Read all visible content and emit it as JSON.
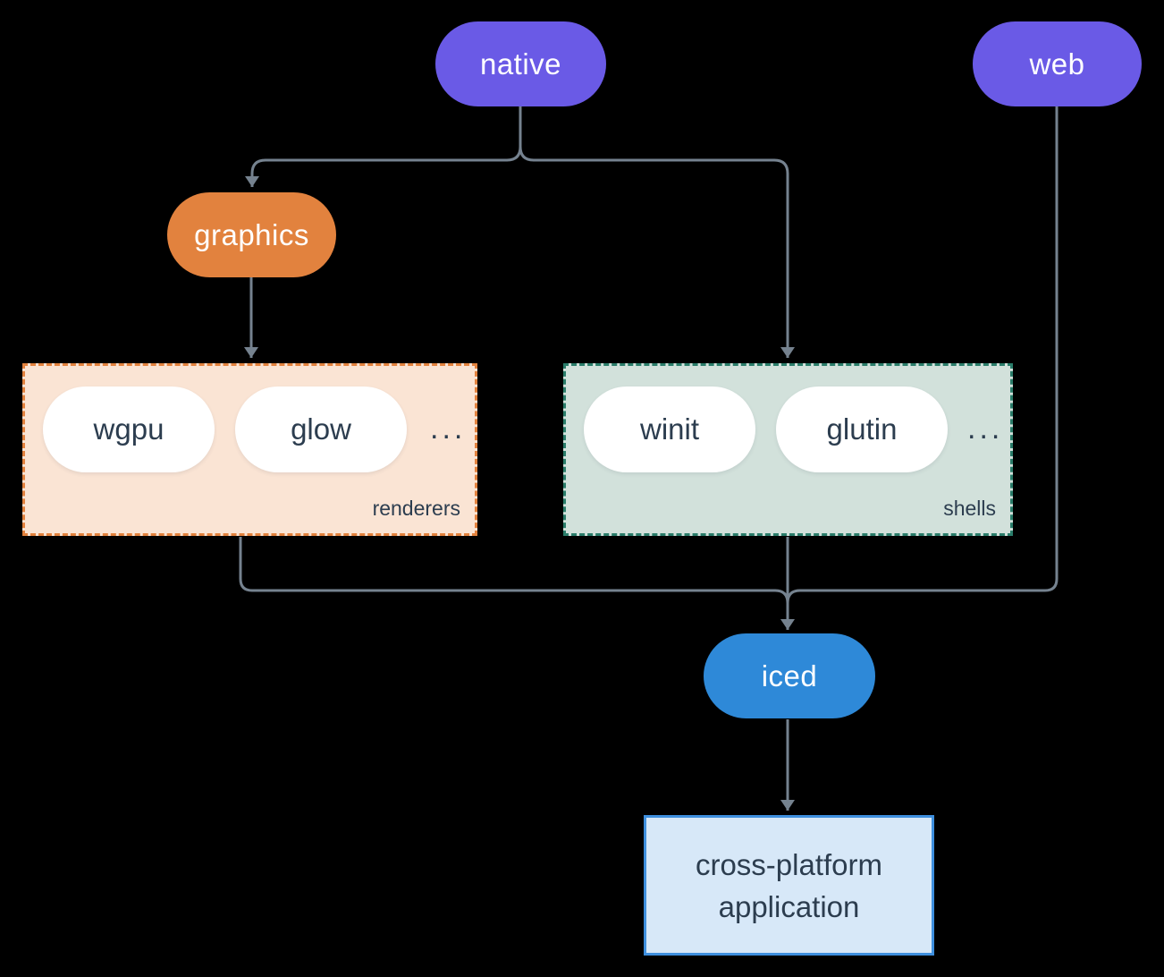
{
  "canvas": {
    "background": "#000000",
    "edge_color": "#75828F",
    "dark_text_color": "#2C3D4F"
  },
  "nodes": {
    "native": {
      "label": "native",
      "fill": "#6A5AE6",
      "text_color": "#FFFFFF"
    },
    "web": {
      "label": "web",
      "fill": "#6A5AE6",
      "text_color": "#FFFFFF"
    },
    "graphics": {
      "label": "graphics",
      "fill": "#E2823E",
      "text_color": "#FFFFFF"
    },
    "iced": {
      "label": "iced",
      "fill": "#2E89D8",
      "text_color": "#FFFFFF"
    },
    "application": {
      "line1": "cross-platform",
      "line2": "application",
      "fill": "#D7E8F8",
      "border": "#3E8FDE"
    }
  },
  "groups": {
    "renderers": {
      "label": "renderers",
      "ellipsis": "...",
      "fill": "#FAE4D4",
      "border": "#E2823E",
      "items": [
        {
          "label": "wgpu"
        },
        {
          "label": "glow"
        }
      ]
    },
    "shells": {
      "label": "shells",
      "ellipsis": "...",
      "fill": "#D2E1DB",
      "border": "#2A7D6A",
      "items": [
        {
          "label": "winit"
        },
        {
          "label": "glutin"
        }
      ]
    }
  }
}
